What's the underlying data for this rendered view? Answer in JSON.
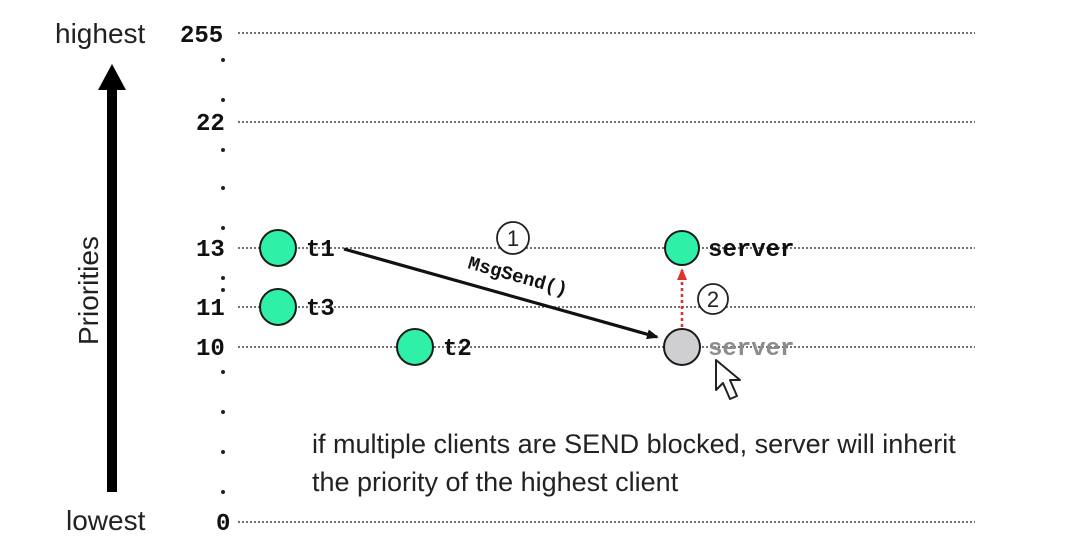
{
  "axis": {
    "top_label": "highest",
    "bottom_label": "lowest",
    "title": "Priorities"
  },
  "levels": [
    {
      "label": "255",
      "priority": 255
    },
    {
      "label": "22",
      "priority": 22
    },
    {
      "label": "13",
      "priority": 13
    },
    {
      "label": "11",
      "priority": 11
    },
    {
      "label": "10",
      "priority": 10
    },
    {
      "label": "0",
      "priority": 0
    }
  ],
  "threads": [
    {
      "name": "t1",
      "priority": 13,
      "color": "#2ef0a6"
    },
    {
      "name": "t3",
      "priority": 11,
      "color": "#2ef0a6"
    },
    {
      "name": "t2",
      "priority": 10,
      "color": "#2ef0a6"
    }
  ],
  "server": {
    "name": "server",
    "priority_before": 10,
    "priority_after": 13,
    "active_color": "#2ef0a6",
    "inactive_color": "#cfcfd2"
  },
  "message": {
    "label": "MsgSend()",
    "step": "1"
  },
  "inherit_step": "2",
  "caption": {
    "line1": "if multiple clients are SEND blocked, server will inherit",
    "line2": "the priority of the highest client"
  },
  "colors": {
    "node_stroke": "#1a1a1a",
    "inherit_arrow": "#e0312d",
    "grid": "#444444"
  },
  "icons": [
    "mouse-pointer-icon"
  ]
}
